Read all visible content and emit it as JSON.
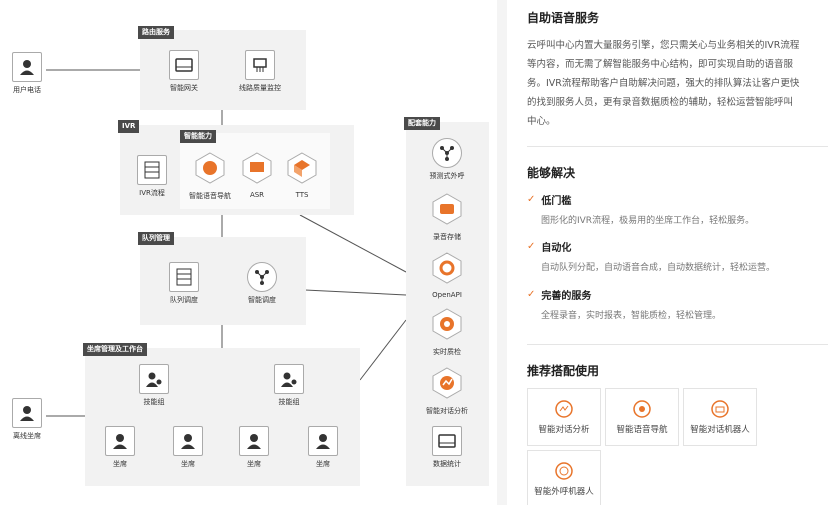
{
  "diagram": {
    "user_phone": "用户电话",
    "offline_seat": "离线坐席",
    "routing": {
      "tag": "路由服务",
      "gateway": "智能网关",
      "line_monitor": "线路质量监控"
    },
    "ivr": {
      "tag": "IVR",
      "flow": "IVR流程"
    },
    "smart": {
      "tag": "智能能力",
      "nav": "智能语音导航",
      "asr": "ASR",
      "tts": "TTS"
    },
    "queue": {
      "tag": "队列管理",
      "queue_dispatch": "队列调度",
      "smart_dispatch": "智能调度"
    },
    "seat": {
      "tag": "坐席管理及工作台",
      "skill_group_1": "技能组",
      "skill_group_2": "技能组",
      "seat": "坐席"
    },
    "config": {
      "tag": "配套能力",
      "predictive": "预测式外呼",
      "recording": "录音存储",
      "openapi": "OpenAPI",
      "qc": "实时质检",
      "analysis": "智能对话分析",
      "stats": "数据统计"
    }
  },
  "panel": {
    "title": "自助语音服务",
    "desc_lines": [
      "云呼叫中心内置大量服务引擎，您只需关心与业务相关的IVR流程",
      "等内容，而无需了解智能服务中心结构，即可实现自助的语音服",
      "务。IVR流程帮助客户自助解决问题，强大的排队算法让客户更快",
      "的找到服务人员，更有录音数据质检的辅助，轻松运营智能呼叫",
      "中心。"
    ],
    "solve_title": "能够解决",
    "features": [
      {
        "title": "低门槛",
        "desc": "图形化的IVR流程，极易用的坐席工作台，轻松服务。"
      },
      {
        "title": "自动化",
        "desc": "自动队列分配，自动语音合成，自动数据统计，轻松运营。"
      },
      {
        "title": "完善的服务",
        "desc": "全程录音，实时报表，智能质检，轻松管理。"
      }
    ],
    "recommend_title": "推荐搭配使用",
    "cards": [
      "智能对话分析",
      "智能语音导航",
      "智能对话机器人",
      "智能外呼机器人"
    ]
  },
  "colors": {
    "accent": "#e8742a",
    "tag_bg": "#4a4a4a",
    "panel_bg": "#f2f2f2"
  }
}
